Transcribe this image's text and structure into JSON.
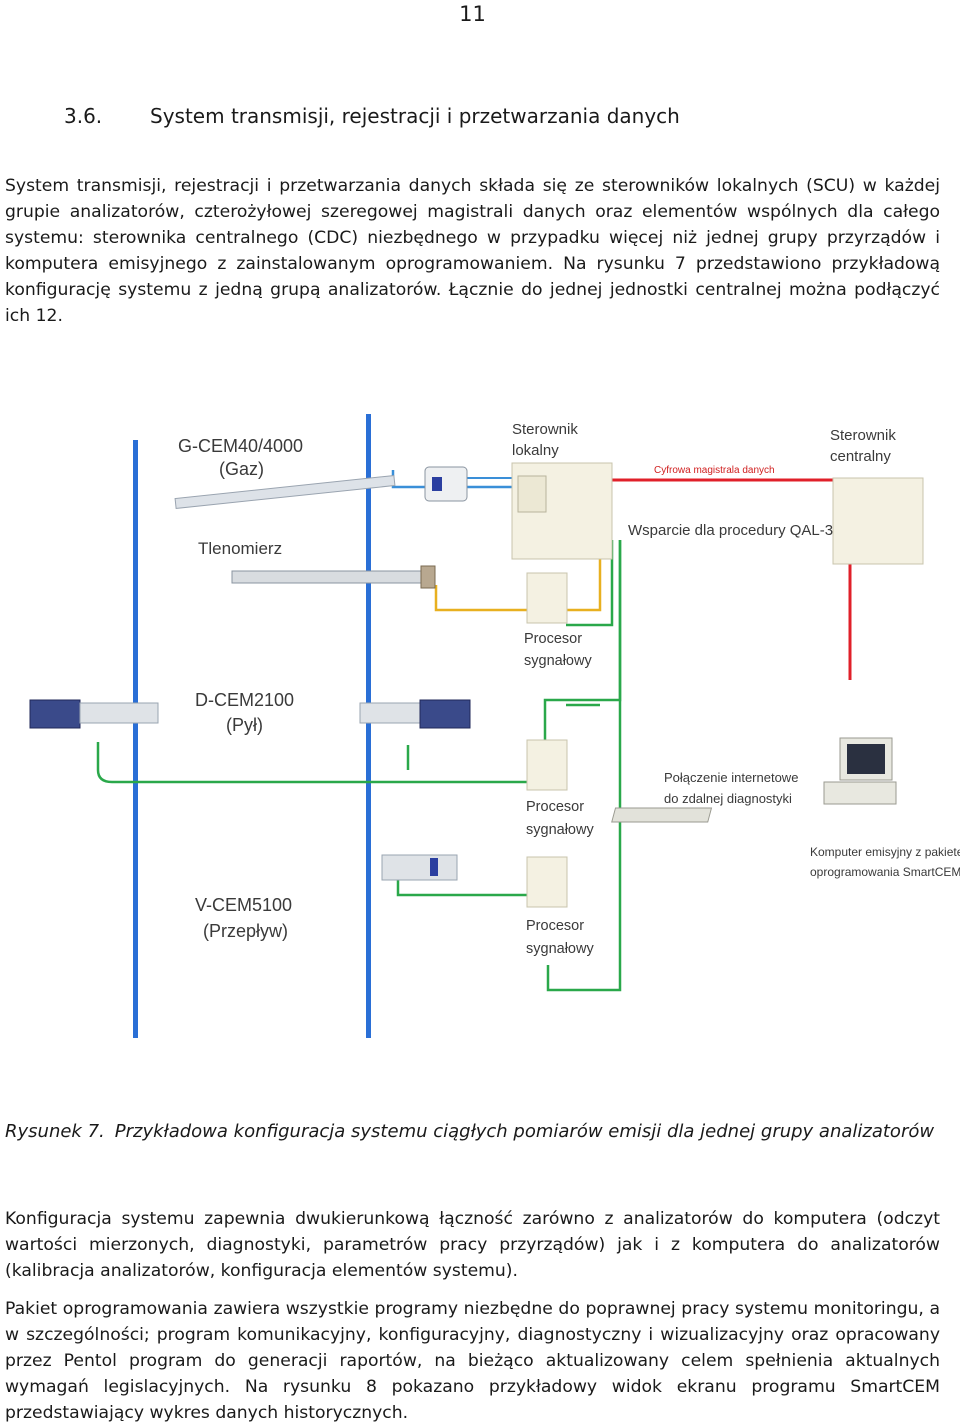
{
  "page": {
    "number": "11"
  },
  "section": {
    "number": "3.6.",
    "title": "System transmisji, rejestracji i przetwarzania danych"
  },
  "paragraphs": {
    "p1": "System transmisji, rejestracji i przetwarzania danych składa się ze sterowników lokalnych (SCU) w każdej grupie analizatorów, czterożyłowej szeregowej magistrali danych oraz elementów wspólnych dla całego systemu: sterownika centralnego (CDC) niezbędnego w przypadku więcej niż jednej grupy przyrządów i komputera emisyjnego z zainstalowanym oprogramowaniem. Na rysunku 7 przedstawiono przykładową konfigurację systemu z jedną grupą analizatorów. Łącznie do jednej jednostki centralnej można podłączyć ich 12.",
    "p2": "Konfiguracja systemu zapewnia dwukierunkową łączność zarówno z analizatorów do komputera (odczyt wartości mierzonych, diagnostyki, parametrów pracy przyrządów) jak i z komputera do analizatorów (kalibracja analizatorów, konfiguracja elementów systemu).",
    "p3": "Pakiet oprogramowania zawiera wszystkie programy niezbędne do poprawnej pracy systemu monitoringu, a w szczególności; program komunikacyjny, konfiguracyjny, diagnostyczny i wizualizacyjny oraz opracowany przez Pentol program do generacji raportów, na bieżąco aktualizowany celem spełnienia aktualnych wymagań legislacyjnych. Na rysunku 8 pokazano przykładowy widok ekranu programu SmartCEM przedstawiający wykres danych historycznych."
  },
  "figure": {
    "caption_number": "Rysunek 7.",
    "caption_text": "Przykładowa konfiguracja systemu ciągłych pomiarów emisji dla jednej grupy analizatorów",
    "labels": {
      "gcem_line1": "G-CEM40/4000",
      "gcem_line2": "(Gaz)",
      "tlenomierz": "Tlenomierz",
      "dcem_line1": "D-CEM2100",
      "dcem_line2": "(Pył)",
      "vcem_line1": "V-CEM5100",
      "vcem_line2": "(Przepływ)",
      "local_ctrl_line1": "Sterownik",
      "local_ctrl_line2": "lokalny",
      "central_ctrl_line1": "Sterownik",
      "central_ctrl_line2": "centralny",
      "bus": "Cyfrowa magistrala danych",
      "qal3": "Wsparcie dla procedury QAL-3",
      "proc1_line1": "Procesor",
      "proc1_line2": "sygnałowy",
      "proc2_line1": "Procesor",
      "proc2_line2": "sygnałowy",
      "proc3_line1": "Procesor",
      "proc3_line2": "sygnałowy",
      "internet_line1": "Połączenie internetowe",
      "internet_line2": "do zdalnej diagnostyki",
      "computer_line1": "Komputer emisyjny z pakietem",
      "computer_line2": "oprogramowania SmartCEM"
    }
  },
  "colors": {
    "stack": "#2a6fd6",
    "bus": "#e0202a",
    "signal": "#2aa84a",
    "data_blue": "#3a8fd8",
    "power": "#e8b020",
    "box_fill": "#f4f1e2",
    "box_stroke": "#c8c4ac"
  }
}
